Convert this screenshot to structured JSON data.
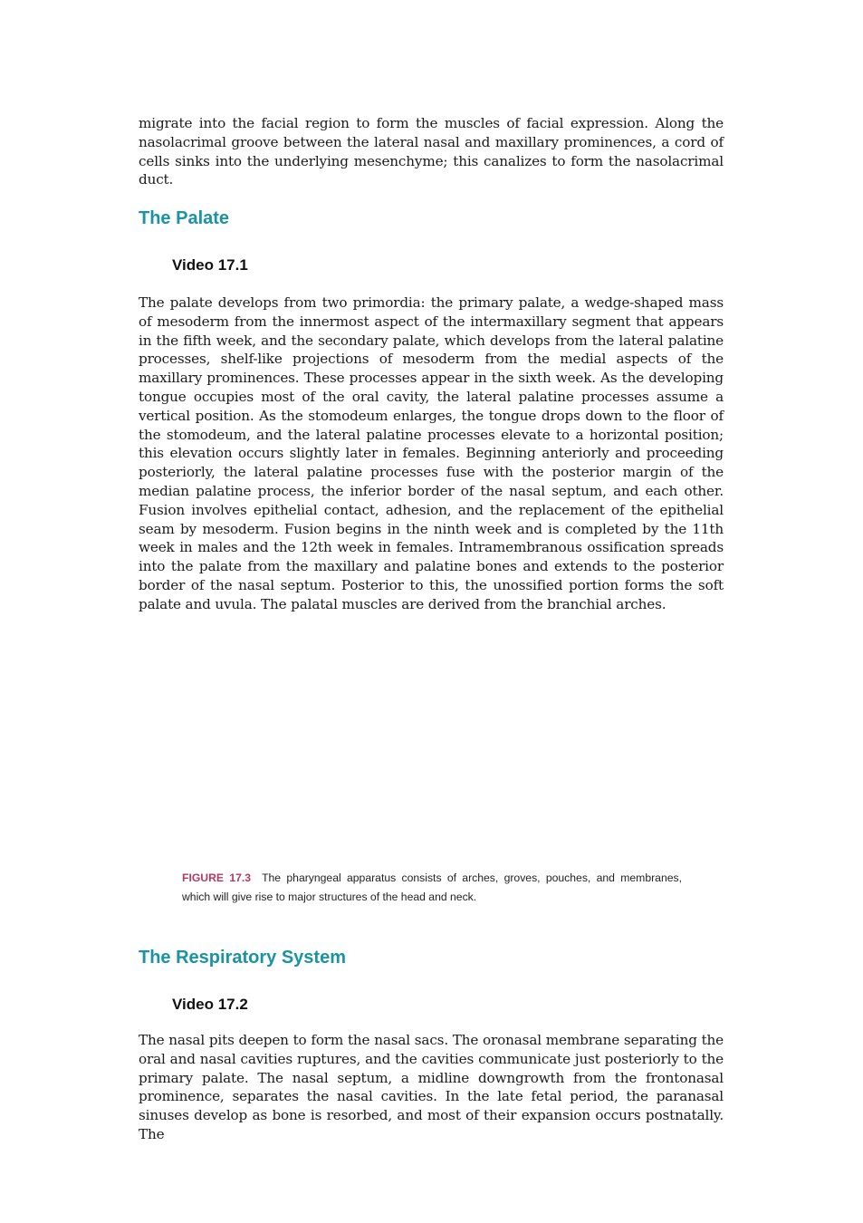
{
  "intro_paragraph": "migrate into the facial region to form the muscles of facial expression. Along the nasolacrimal groove between the lateral nasal and maxillary prominences, a cord of cells sinks into the underlying mesenchyme; this canalizes to form the nasolacrimal duct.",
  "palate": {
    "heading": "The Palate",
    "video_label": "Video 17.1",
    "paragraph": "The palate develops from two primordia: the primary palate, a wedge-shaped mass of mesoderm from the innermost aspect of the intermaxillary segment that appears in the fifth week, and the secondary palate, which develops from the lateral palatine processes, shelf-like projections of mesoderm from the medial aspects of the maxillary prominences. These processes appear in the sixth week. As the developing tongue occupies most of the oral cavity, the lateral palatine processes assume a vertical position. As the stomodeum enlarges, the tongue drops down to the floor of the stomodeum, and the lateral palatine processes elevate to a horizontal position; this elevation occurs slightly later in females. Beginning anteriorly and proceeding posteriorly, the lateral palatine processes fuse with the posterior margin of the median palatine process, the inferior border of the nasal septum, and each other. Fusion involves epithelial contact, adhesion, and the replacement of the epithelial seam by mesoderm. Fusion begins in the ninth week and is completed by the 11th week in males and the 12th week in females. Intramembranous ossification spreads into the palate from the maxillary and palatine bones and extends to the posterior border of the nasal septum. Posterior to this, the unossified portion forms the soft palate and uvula. The palatal muscles are derived from the branchial arches."
  },
  "figure": {
    "label": "FIGURE 17.3",
    "caption": "The pharyngeal apparatus consists of arches, groves, pouches, and membranes, which will give rise to major structures of the head and neck."
  },
  "respiratory": {
    "heading": "The Respiratory System",
    "video_label": "Video 17.2",
    "paragraph": "The nasal pits deepen to form the nasal sacs. The oronasal membrane separating the oral and nasal cavities ruptures, and the cavities communicate just posteriorly to the primary palate. The nasal septum, a midline downgrowth from the frontonasal prominence, separates the nasal cavities. In the late fetal period, the paranasal sinuses develop as bone is resorbed, and most of their expansion occurs postnatally. The"
  },
  "colors": {
    "heading": "#1a93a3",
    "figure_label": "#b03a64",
    "body_text": "#1a1a1a"
  }
}
